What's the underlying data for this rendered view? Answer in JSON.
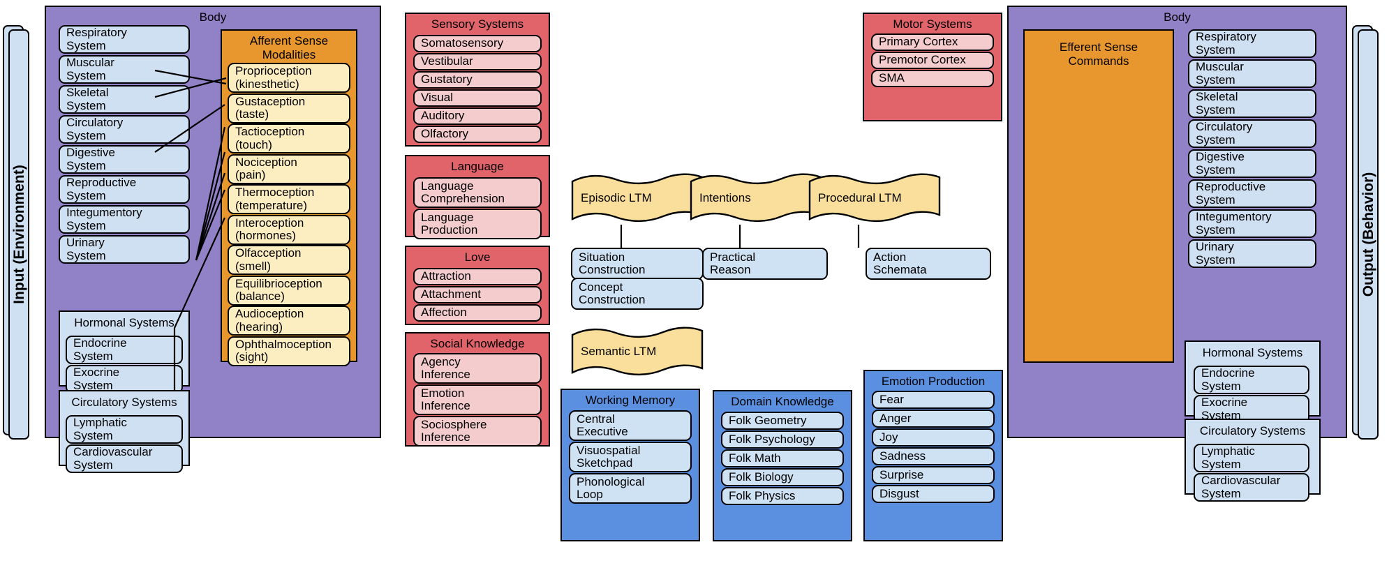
{
  "rails": {
    "input": "Input (Environment)",
    "output": "Output (Behavior)"
  },
  "left_body": {
    "title": "Body",
    "organ_systems": [
      "Respiratory\nSystem",
      "Muscular\nSystem",
      "Skeletal\nSystem",
      "Circulatory\nSystem",
      "Digestive\nSystem",
      "Reproductive\n System",
      "Integumentory\nSystem",
      "Urinary\nSystem"
    ],
    "hormonal": {
      "title": "Hormonal Systems",
      "items": [
        "Endocrine\nSystem",
        "Exocrine\nSystem"
      ]
    },
    "circulatory": {
      "title": "Circulatory Systems",
      "items": [
        "Lymphatic\nSystem",
        "Cardiovascular\nSystem"
      ]
    },
    "afferent": {
      "title": "Afferent Sense\nModalities",
      "items": [
        "Proprioception\n(kinesthetic)",
        "Gustaception\n(taste)",
        "Tactioception\n(touch)",
        "Nociception\n(pain)",
        "Thermoception\n(temperature)",
        "Interoception\n(hormones)",
        "Olfacception\n(smell)",
        "Equilibrioception\n(balance)",
        "Audioception\n(hearing)",
        "Ophthalmoception\n(sight)"
      ]
    }
  },
  "right_body": {
    "title": "Body",
    "efferent_title": "Efferent Sense\nCommands",
    "organ_systems": [
      "Respiratory\nSystem",
      "Muscular\nSystem",
      "Skeletal\nSystem",
      "Circulatory\nSystem",
      "Digestive\nSystem",
      "Reproductive\n System",
      "Integumentory\nSystem",
      "Urinary\nSystem"
    ],
    "hormonal": {
      "title": "Hormonal Systems",
      "items": [
        "Endocrine\nSystem",
        "Exocrine\nSystem"
      ]
    },
    "circulatory": {
      "title": "Circulatory Systems",
      "items": [
        "Lymphatic\nSystem",
        "Cardiovascular\nSystem"
      ]
    }
  },
  "sensory_systems": {
    "title": "Sensory Systems",
    "items": [
      "Somatosensory",
      "Vestibular",
      "Gustatory",
      "Visual",
      "Auditory",
      "Olfactory"
    ]
  },
  "language": {
    "title": "Language",
    "items": [
      "Language\nComprehension",
      "Language\nProduction"
    ]
  },
  "love": {
    "title": "Love",
    "items": [
      "Attraction",
      "Attachment",
      "Affection"
    ]
  },
  "social_knowledge": {
    "title": "Social Knowledge",
    "items": [
      "Agency\nInference",
      "Emotion\nInference",
      "Sociosphere\nInference"
    ]
  },
  "motor_systems": {
    "title": "Motor Systems",
    "items": [
      "Primary Cortex",
      "Premotor Cortex",
      "SMA"
    ]
  },
  "memory_flags": {
    "episodic": "Episodic LTM",
    "intentions": "Intentions",
    "procedural": "Procedural LTM",
    "semantic": "Semantic LTM"
  },
  "processes": {
    "situation": "Situation\nConstruction",
    "concept": "Concept\nConstruction",
    "practical": "Practical\nReason",
    "action": "Action\nSchemata"
  },
  "working_memory": {
    "title": "Working Memory",
    "items": [
      "Central\nExecutive",
      "Visuospatial\nSketchpad",
      "Phonological\nLoop"
    ]
  },
  "domain_knowledge": {
    "title": "Domain Knowledge",
    "items": [
      "Folk Geometry",
      "Folk Psychology",
      "Folk Math",
      "Folk Biology",
      "Folk Physics"
    ]
  },
  "emotion_production": {
    "title": "Emotion Production",
    "items": [
      "Fear",
      "Anger",
      "Joy",
      "Sadness",
      "Surprise",
      "Disgust"
    ]
  },
  "colors": {
    "body_purple": "#9182c8",
    "sense_orange": "#e8972e",
    "red_panel": "#e0646a",
    "pink_item": "#f4ccce",
    "blue_panel": "#5b8fe0",
    "light_blue_item": "#cfe0f2",
    "cream_item": "#fdeec2",
    "flag_yellow": "#fadf9c"
  }
}
